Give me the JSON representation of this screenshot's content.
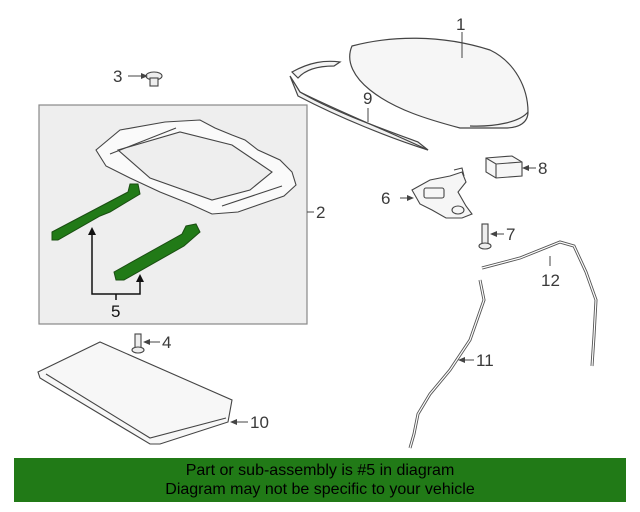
{
  "callouts": {
    "c1": "1",
    "c2": "2",
    "c3": "3",
    "c4": "4",
    "c5": "5",
    "c6": "6",
    "c7": "7",
    "c8": "8",
    "c9": "9",
    "c10": "10",
    "c11": "11",
    "c12": "12"
  },
  "highlight_color": "#217a17",
  "banner": {
    "line1": "Part or sub-assembly is #5 in diagram",
    "line2": "Diagram may not be specific to your vehicle"
  }
}
